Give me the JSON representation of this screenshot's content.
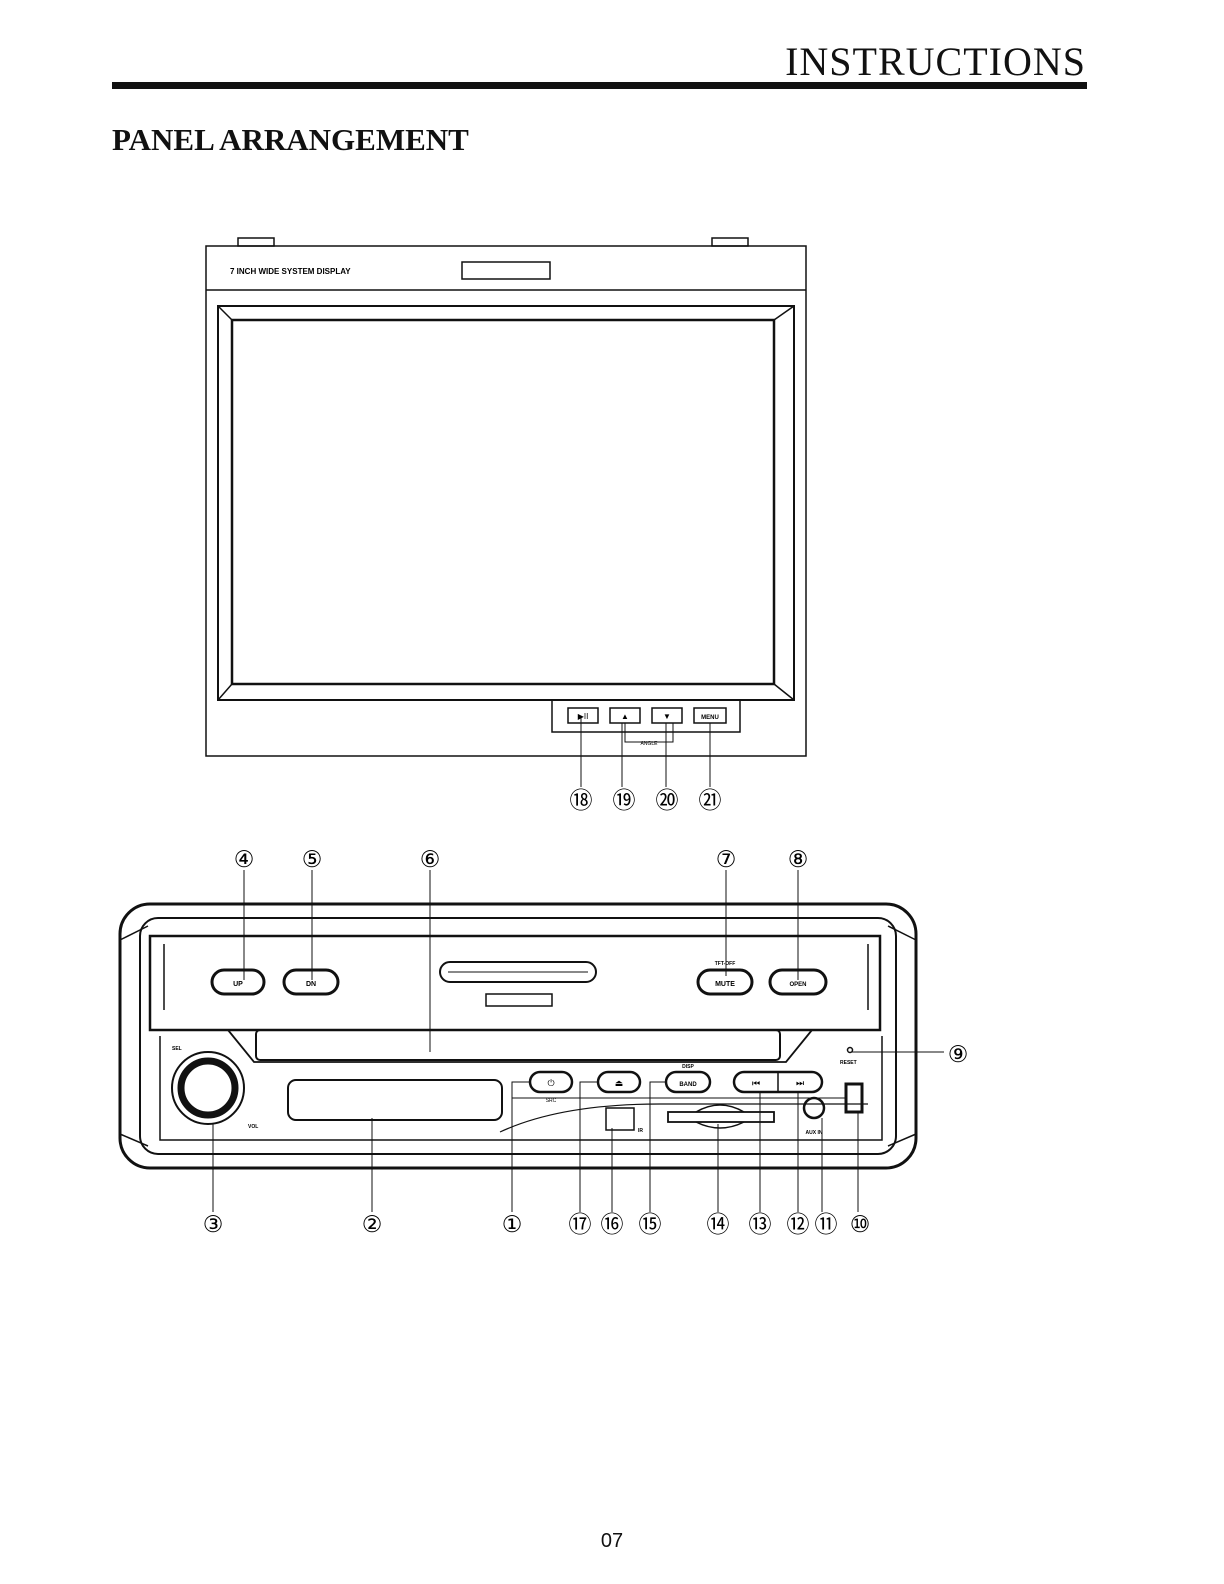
{
  "header": {
    "title": "INSTRUCTIONS"
  },
  "section": {
    "title": "PANEL ARRANGEMENT"
  },
  "screen_panel": {
    "model_label": "7 INCH WIDE SYSTEM DISPLAY",
    "buttons": [
      "▶II",
      "▲",
      "▼",
      "MENU"
    ],
    "sub_label": "ANGLE",
    "callouts": [
      "⑱",
      "⑲",
      "⑳",
      "㉑"
    ]
  },
  "front_panel": {
    "buttons": {
      "up": "UP",
      "dn": "DN",
      "mute_top": "TFT-OFF",
      "mute": "MUTE",
      "open": "OPEN",
      "power": "⏻",
      "src": "SRC",
      "eject": "⏏",
      "band_top": "DISP",
      "band": "BAND",
      "prev": "⏮",
      "next": "⏭"
    },
    "labels": {
      "sel": "SEL",
      "vol": "VOL",
      "reset": "RESET",
      "ir": "IR",
      "aux": "AUX IN"
    },
    "top_callouts": [
      "④",
      "⑤",
      "⑥",
      "⑦",
      "⑧"
    ],
    "side_callout": "⑨",
    "bottom_callouts": [
      "③",
      "②",
      "①",
      "⑰",
      "⑯",
      "⑮",
      "⑭",
      "⑬",
      "⑫",
      "⑪",
      "⑩"
    ]
  },
  "footer": {
    "page_number": "07"
  }
}
